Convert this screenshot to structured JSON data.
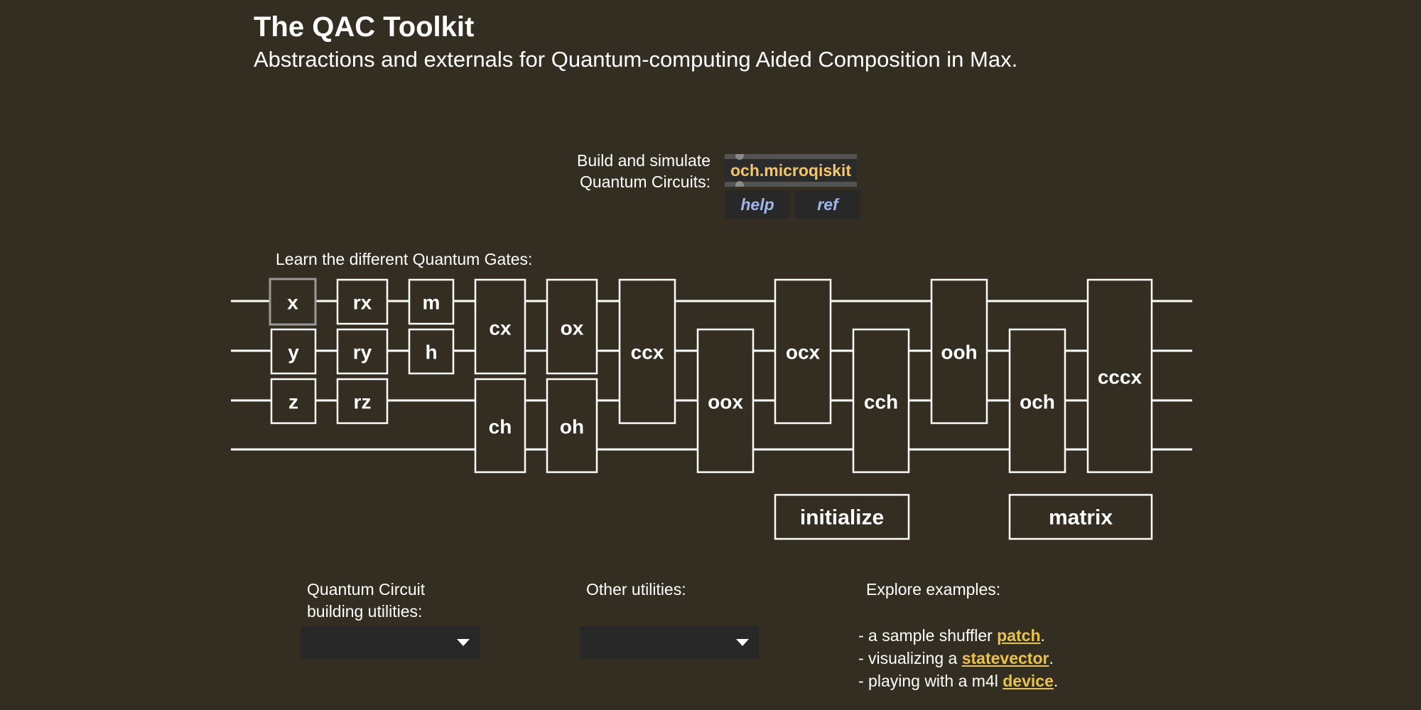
{
  "header": {
    "title": "The QAC Toolkit",
    "subtitle": "Abstractions and externals for Quantum-computing Aided Composition in Max."
  },
  "build": {
    "label_line1": "Build and simulate",
    "label_line2": "Quantum Circuits:",
    "object": "och.microqiskit",
    "help_label": "help",
    "ref_label": "ref"
  },
  "gates": {
    "label": "Learn the different Quantum Gates:",
    "items": [
      "x",
      "y",
      "z",
      "rx",
      "ry",
      "rz",
      "m",
      "h",
      "cx",
      "ch",
      "ox",
      "oh",
      "ccx",
      "oox",
      "ocx",
      "cch",
      "ooh",
      "och",
      "cccx",
      "initialize",
      "matrix"
    ]
  },
  "utilities": {
    "circuit_label_line1": "Quantum Circuit",
    "circuit_label_line2": "building utilities:",
    "other_label": "Other utilities:"
  },
  "examples": {
    "label": "Explore examples:",
    "line1_prefix": "- a sample shuffler ",
    "line1_link": "patch",
    "line1_suffix": ".",
    "line2_prefix": "- visualizing a ",
    "line2_link": "statevector",
    "line2_suffix": ".",
    "line3_prefix": "- playing with a m4l ",
    "line3_link": "device",
    "line3_suffix": "."
  },
  "colors": {
    "background": "#332e21",
    "accent_link": "#e8c24a",
    "object_text": "#f5c56c",
    "button_text": "#9fb6e8"
  }
}
